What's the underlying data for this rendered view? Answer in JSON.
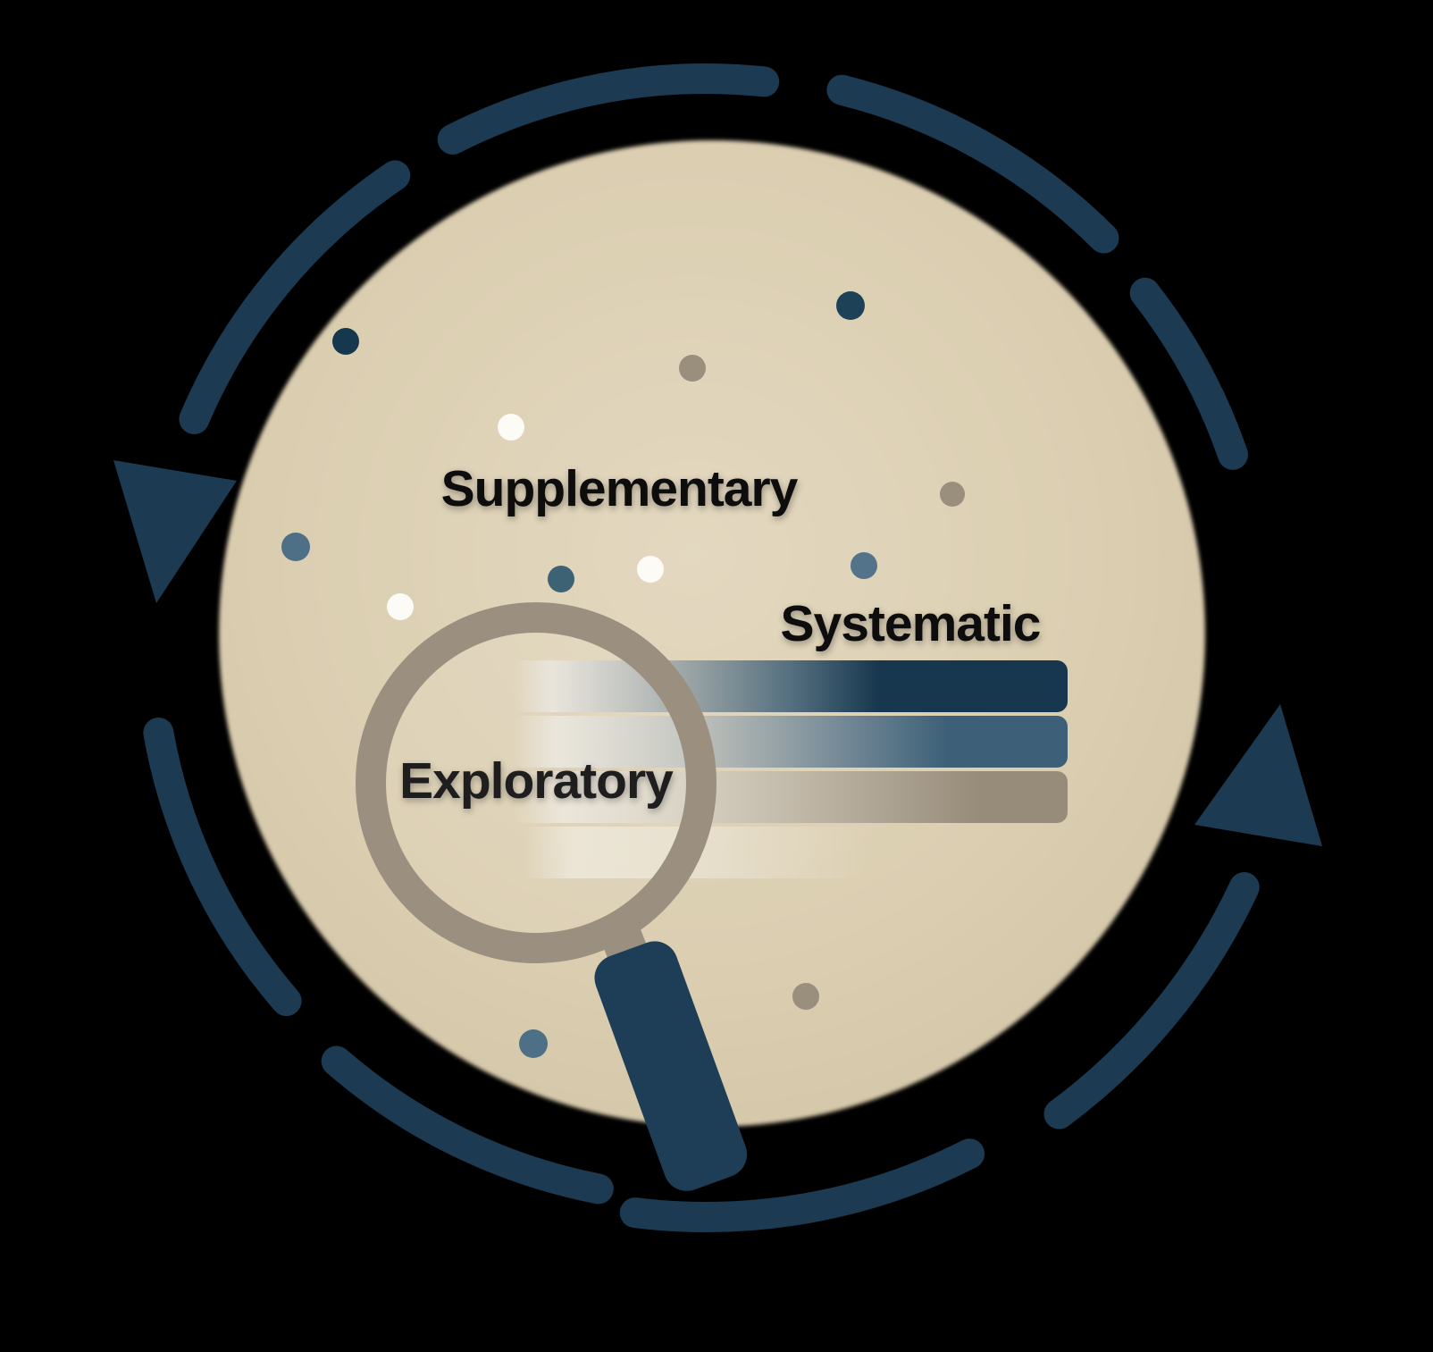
{
  "diagram": {
    "description": "Cycle diagram with dashed ring, magnifying glass and three search-type bars",
    "labels": {
      "supplementary": "Supplementary",
      "systematic": "Systematic",
      "exploratory": "Exploratory"
    },
    "bars": [
      {
        "name": "systematic-bar",
        "color": "#17374e"
      },
      {
        "name": "middle-bar",
        "color": "#3d6078"
      },
      {
        "name": "bottom-bar",
        "color": "#978c7a"
      }
    ],
    "colors": {
      "background": "#000000",
      "circle_fill": "#dbceb1",
      "dash_ring": "#1c3a51",
      "arrow": "#1c3a51",
      "magnifier_ring": "#9b9080",
      "magnifier_handle": "#1d3e56",
      "bar_systematic": "#17374e",
      "bar_steel": "#3d6078",
      "bar_tan": "#978c7a",
      "dot_white": "#fdfbf5",
      "dot_gray": "#9a8f7d",
      "dot_steel": "#4d7086",
      "dot_steel_light": "#53738a",
      "dot_steel_dark": "#3d6274",
      "dot_navy": "#1d4258",
      "dot_navy_dark": "#16384f",
      "text": "#0e0e0e"
    }
  }
}
